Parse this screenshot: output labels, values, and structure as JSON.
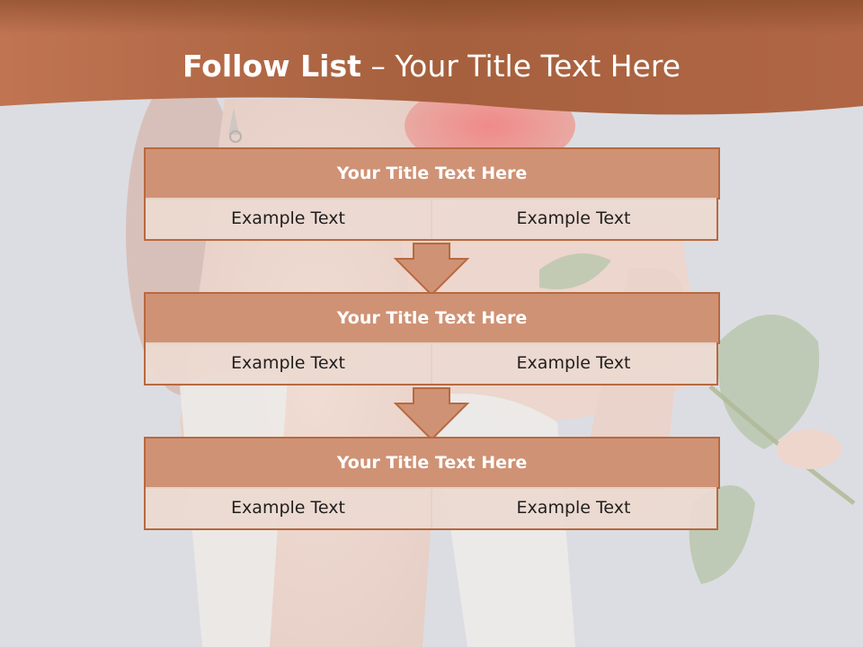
{
  "header": {
    "title_bold": "Follow List",
    "title_rest": "– Your Title Text Here"
  },
  "blocks": [
    {
      "title": "Your Title Text Here",
      "left_text": "Example Text",
      "right_text": "Example Text"
    },
    {
      "title": "Your Title Text Here",
      "left_text": "Example Text",
      "right_text": "Example Text"
    },
    {
      "title": "Your Title Text Here",
      "left_text": "Example Text",
      "right_text": "Example Text"
    }
  ],
  "colors": {
    "header_band": "#b86a45",
    "title_fill": "#cf9275",
    "border": "#b8693f",
    "cell_fill": "#ecd9d1",
    "arrow_fill": "#cf9275"
  }
}
